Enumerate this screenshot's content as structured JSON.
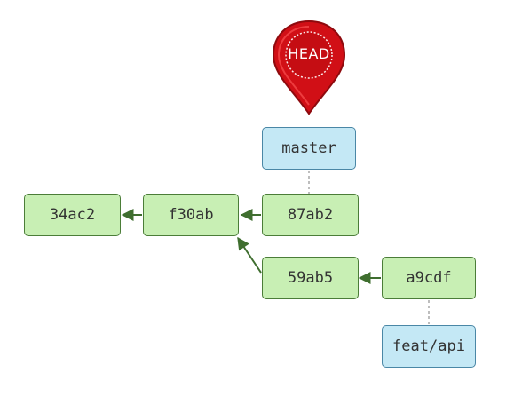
{
  "head": {
    "label": "HEAD"
  },
  "branches": {
    "master": "master",
    "feat_api": "feat/api"
  },
  "commits": {
    "c34ac2": "34ac2",
    "f30ab": "f30ab",
    "c87ab2": "87ab2",
    "c59ab5": "59ab5",
    "a9cdf": "a9cdf"
  },
  "colors": {
    "commit_fill": "#c8efb4",
    "commit_border": "#4b7d38",
    "branch_fill": "#c4e8f5",
    "branch_border": "#4a87a6",
    "arrow": "#3f6e2f",
    "head_red": "#d10f16"
  }
}
